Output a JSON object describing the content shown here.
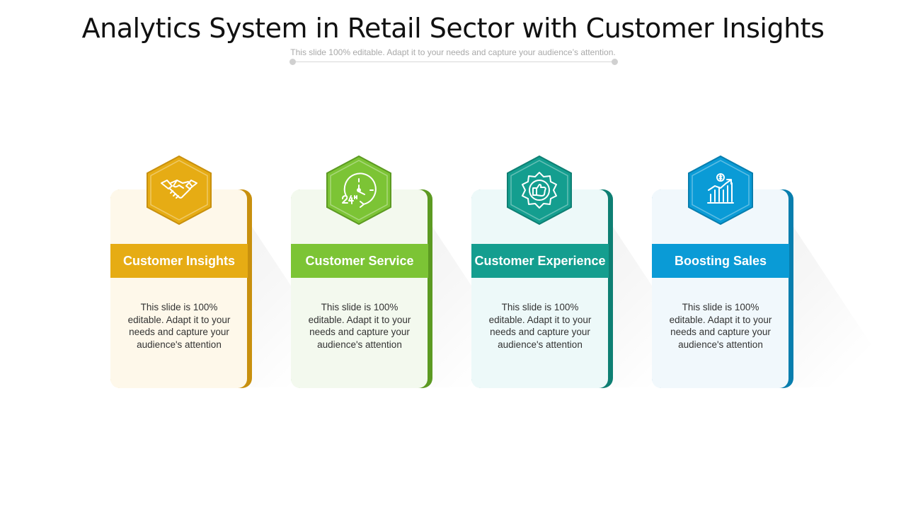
{
  "header": {
    "title": "Analytics System in Retail Sector with Customer Insights",
    "subtitle": "This slide 100% editable. Adapt it to your needs and capture your audience’s attention."
  },
  "cards": [
    {
      "title": "Customer  Insights",
      "description": "This slide is 100% editable. Adapt it to your needs and capture your audience's attention",
      "icon": "handshake-icon",
      "color": "#E6AC14",
      "dark": "#C8900E",
      "light": "#FEF8EA"
    },
    {
      "title": "Customer  Service",
      "description": "This slide is 100% editable. Adapt it to your needs and capture your audience's attention",
      "icon": "clock-24h-icon",
      "color": "#7CC435",
      "dark": "#5C9A22",
      "light": "#F3F9EE"
    },
    {
      "title": "Customer  Experience",
      "description": "This slide is 100% editable. Adapt it to your needs and capture your audience's attention",
      "icon": "thumbs-up-badge-icon",
      "color": "#149E8F",
      "dark": "#0E7F73",
      "light": "#EDF9F9"
    },
    {
      "title": "Boosting  Sales",
      "description": "This slide is 100% editable. Adapt it to your needs and capture your audience's attention",
      "icon": "growth-chart-icon",
      "color": "#0A9BD6",
      "dark": "#087EAE",
      "light": "#F1F8FC"
    }
  ]
}
